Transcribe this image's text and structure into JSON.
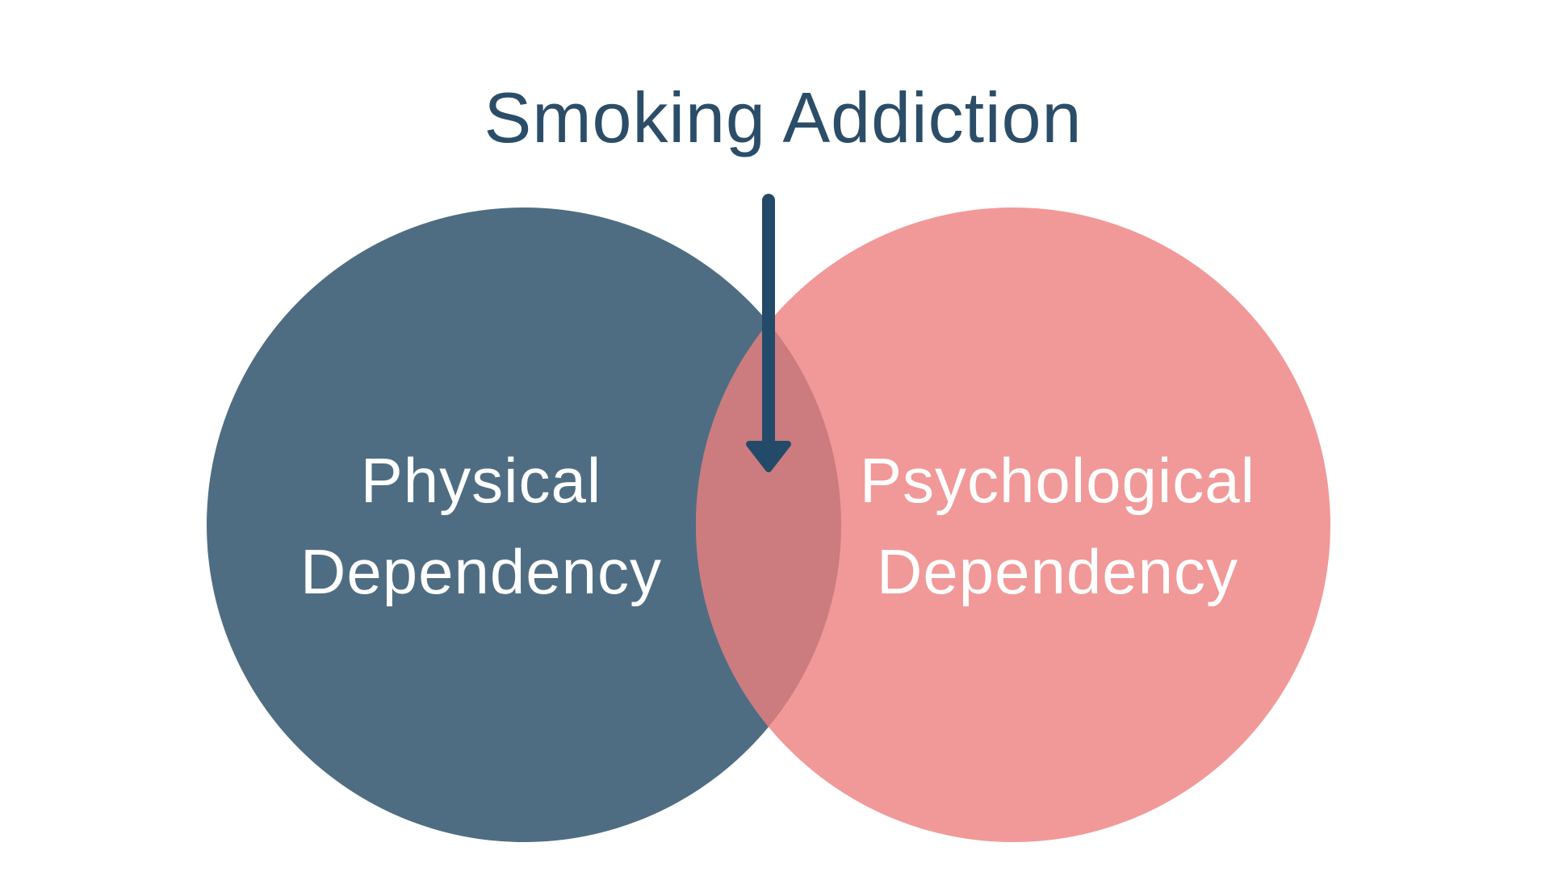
{
  "diagram": {
    "title": "Smoking Addiction",
    "left_circle": {
      "line1": "Physical",
      "line2": "Dependency"
    },
    "right_circle": {
      "line1": "Psychological",
      "line2": "Dependency"
    }
  },
  "colors": {
    "title": "#2b4d68",
    "left_circle": "#4f6d82",
    "right_circle": "#f19998",
    "overlap": "#cc7c7f",
    "arrow": "#244a69",
    "circle_text": "#ffffff",
    "background": "#ffffff"
  }
}
